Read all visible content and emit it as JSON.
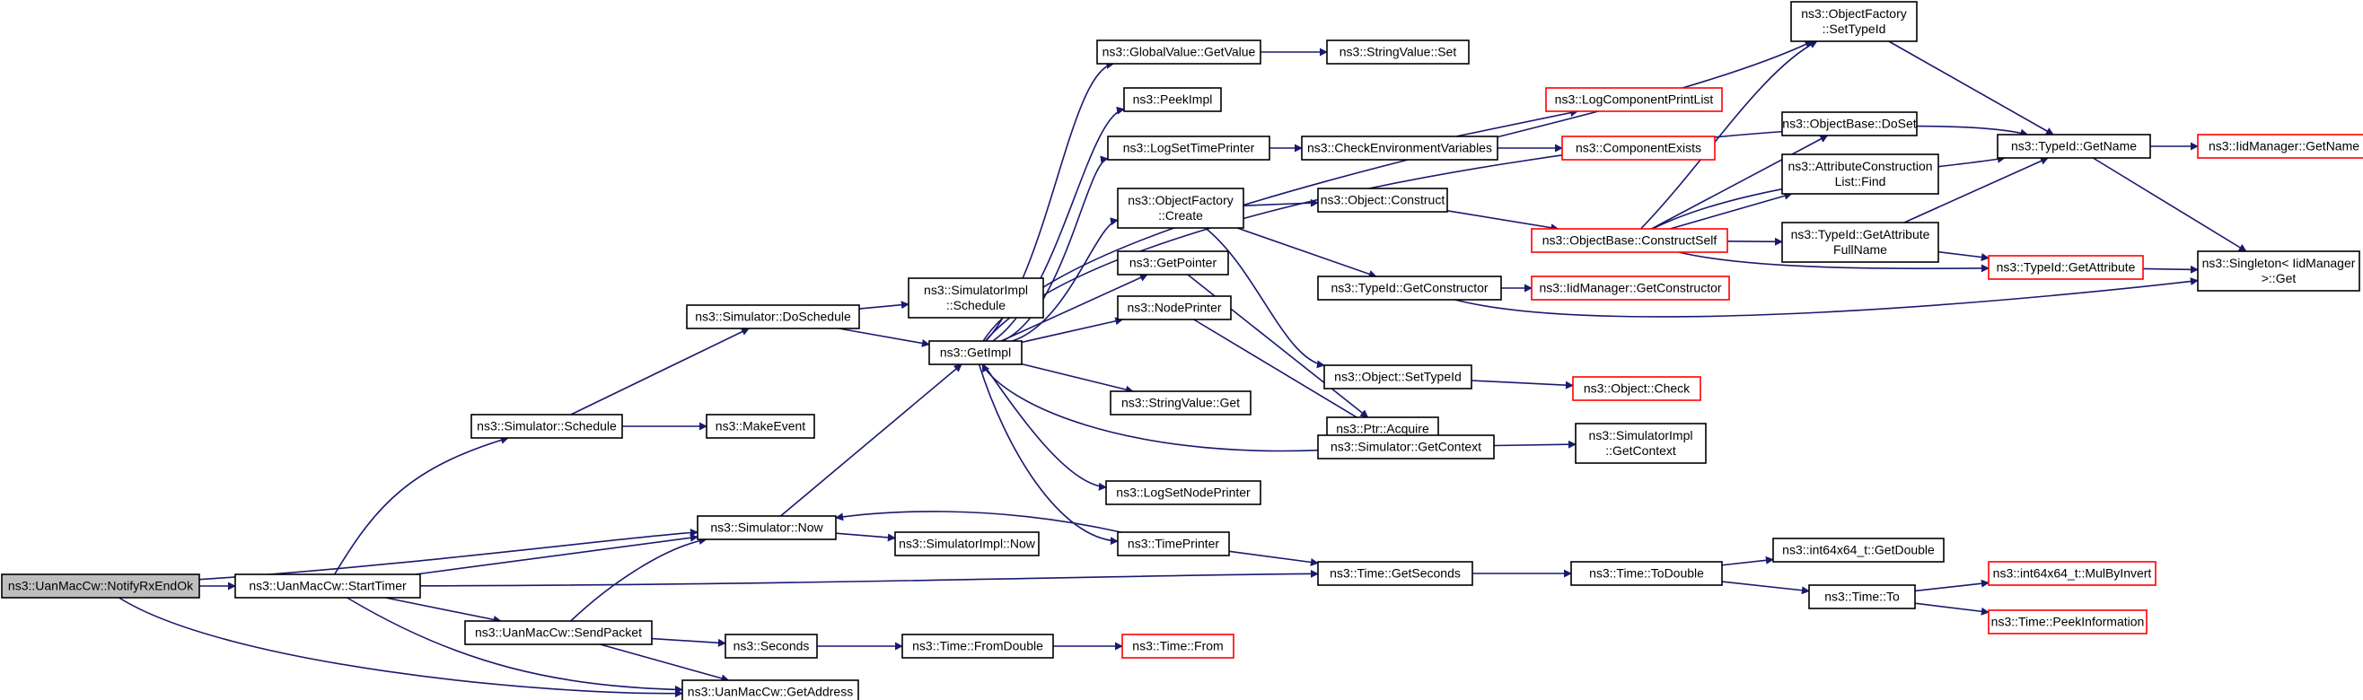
{
  "colors": {
    "edge": "#191970",
    "normal_border": "#000000",
    "red_border": "#ff0000",
    "root_fill": "#bfbfbf"
  },
  "nodes": [
    {
      "id": "notify",
      "lines": [
        "ns3::UanMacCw::NotifyRxEndOk"
      ],
      "style": "root"
    },
    {
      "id": "starttimer",
      "lines": [
        "ns3::UanMacCw::StartTimer"
      ]
    },
    {
      "id": "schedule",
      "lines": [
        "ns3::Simulator::Schedule"
      ]
    },
    {
      "id": "doschedule",
      "lines": [
        "ns3::Simulator::DoSchedule"
      ]
    },
    {
      "id": "simimplschedule",
      "lines": [
        "ns3::SimulatorImpl",
        "::Schedule"
      ]
    },
    {
      "id": "getimpl",
      "lines": [
        "ns3::GetImpl"
      ]
    },
    {
      "id": "globalvalue",
      "lines": [
        "ns3::GlobalValue::GetValue"
      ]
    },
    {
      "id": "stringvalueset",
      "lines": [
        "ns3::StringValue::Set"
      ]
    },
    {
      "id": "peekimpl",
      "lines": [
        "ns3::PeekImpl"
      ]
    },
    {
      "id": "logsettimeprinter",
      "lines": [
        "ns3::LogSetTimePrinter"
      ]
    },
    {
      "id": "checkenv",
      "lines": [
        "ns3::CheckEnvironmentVariables"
      ]
    },
    {
      "id": "logcompprint",
      "lines": [
        "ns3::LogComponentPrintList"
      ],
      "style": "red"
    },
    {
      "id": "compexists",
      "lines": [
        "ns3::ComponentExists"
      ],
      "style": "red"
    },
    {
      "id": "objfactorycreate",
      "lines": [
        "ns3::ObjectFactory",
        "::Create"
      ]
    },
    {
      "id": "objconstruct",
      "lines": [
        "ns3::Object::Construct"
      ]
    },
    {
      "id": "objbaseconstructself",
      "lines": [
        "ns3::ObjectBase::ConstructSelf"
      ],
      "style": "red"
    },
    {
      "id": "objfactorysettypeid",
      "lines": [
        "ns3::ObjectFactory",
        "::SetTypeId"
      ]
    },
    {
      "id": "objbasedoset",
      "lines": [
        "ns3::ObjectBase::DoSet"
      ]
    },
    {
      "id": "attrconstrfind",
      "lines": [
        "ns3::AttributeConstruction",
        "List::Find"
      ]
    },
    {
      "id": "typeidgetattrfull",
      "lines": [
        "ns3::TypeId::GetAttribute",
        "FullName"
      ]
    },
    {
      "id": "typeidgetname",
      "lines": [
        "ns3::TypeId::GetName"
      ]
    },
    {
      "id": "iidmgrgetname",
      "lines": [
        "ns3::IidManager::GetName"
      ],
      "style": "red"
    },
    {
      "id": "typeidgetattr",
      "lines": [
        "ns3::TypeId::GetAttribute"
      ],
      "style": "red"
    },
    {
      "id": "singleton",
      "lines": [
        "ns3::Singleton< IidManager",
        ">::Get"
      ]
    },
    {
      "id": "typeidgetconstructor",
      "lines": [
        "ns3::TypeId::GetConstructor"
      ]
    },
    {
      "id": "iidmgrgetconstructor",
      "lines": [
        "ns3::IidManager::GetConstructor"
      ],
      "style": "red"
    },
    {
      "id": "objsettypeid",
      "lines": [
        "ns3::Object::SetTypeId"
      ]
    },
    {
      "id": "objcheck",
      "lines": [
        "ns3::Object::Check"
      ],
      "style": "red"
    },
    {
      "id": "getpointer",
      "lines": [
        "ns3::GetPointer"
      ]
    },
    {
      "id": "ptracquire",
      "lines": [
        "ns3::Ptr::Acquire"
      ]
    },
    {
      "id": "nodeprinter",
      "lines": [
        "ns3::NodePrinter"
      ]
    },
    {
      "id": "stringvalueget",
      "lines": [
        "ns3::StringValue::Get"
      ]
    },
    {
      "id": "simgetcontext",
      "lines": [
        "ns3::Simulator::GetContext"
      ]
    },
    {
      "id": "simimplgetcontext",
      "lines": [
        "ns3::SimulatorImpl",
        "::GetContext"
      ]
    },
    {
      "id": "logsetnodeprinter",
      "lines": [
        "ns3::LogSetNodePrinter"
      ]
    },
    {
      "id": "timeprinter",
      "lines": [
        "ns3::TimePrinter"
      ]
    },
    {
      "id": "makeevent",
      "lines": [
        "ns3::MakeEvent"
      ]
    },
    {
      "id": "simnow",
      "lines": [
        "ns3::Simulator::Now"
      ]
    },
    {
      "id": "simimplnow",
      "lines": [
        "ns3::SimulatorImpl::Now"
      ]
    },
    {
      "id": "timegetseconds",
      "lines": [
        "ns3::Time::GetSeconds"
      ]
    },
    {
      "id": "timetodouble",
      "lines": [
        "ns3::Time::ToDouble"
      ]
    },
    {
      "id": "int64getdouble",
      "lines": [
        "ns3::int64x64_t::GetDouble"
      ]
    },
    {
      "id": "timeto",
      "lines": [
        "ns3::Time::To"
      ]
    },
    {
      "id": "int64mulbyinvert",
      "lines": [
        "ns3::int64x64_t::MulByInvert"
      ],
      "style": "red"
    },
    {
      "id": "timepeekinfo",
      "lines": [
        "ns3::Time::PeekInformation"
      ],
      "style": "red"
    },
    {
      "id": "sendpacket",
      "lines": [
        "ns3::UanMacCw::SendPacket"
      ]
    },
    {
      "id": "seconds",
      "lines": [
        "ns3::Seconds"
      ]
    },
    {
      "id": "timefromdouble",
      "lines": [
        "ns3::Time::FromDouble"
      ]
    },
    {
      "id": "timefrom",
      "lines": [
        "ns3::Time::From"
      ],
      "style": "red"
    },
    {
      "id": "getaddress",
      "lines": [
        "ns3::UanMacCw::GetAddress"
      ]
    }
  ]
}
